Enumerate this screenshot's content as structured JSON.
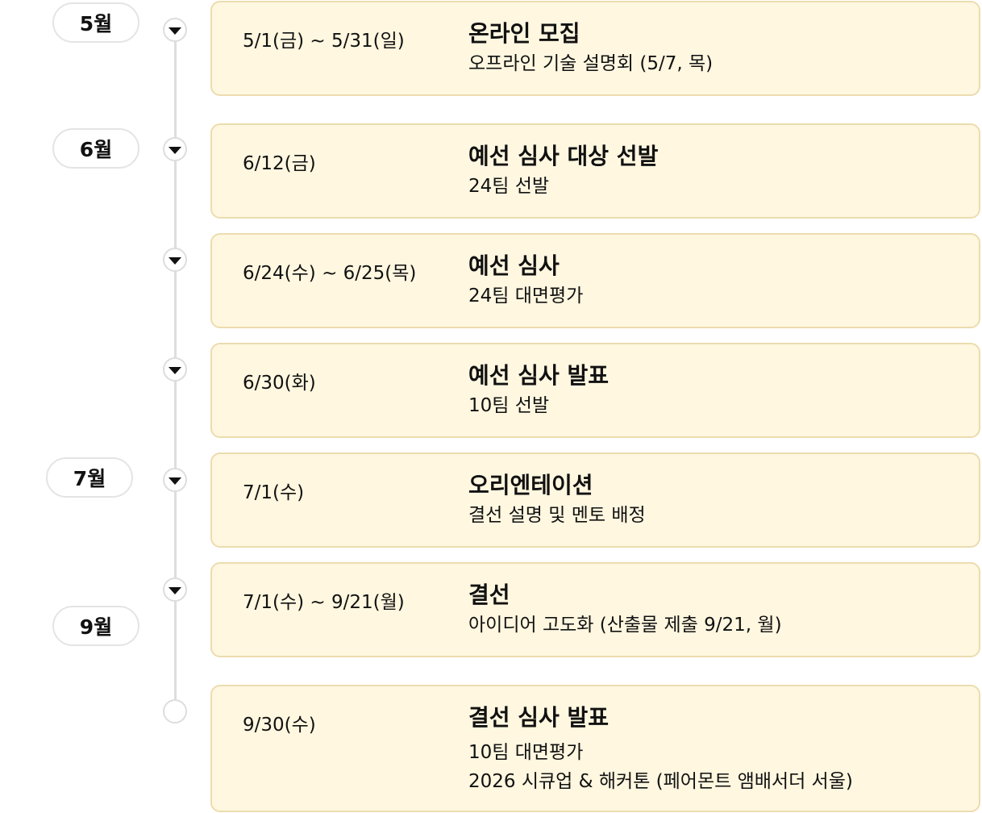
{
  "months": [
    "5월",
    "6월",
    "7월",
    "9월"
  ],
  "events": [
    {
      "date": "5/1(금) ~ 5/31(일)",
      "title": "온라인 모집",
      "desc": [
        "오프라인 기술 설명회 (5/7, 목)"
      ]
    },
    {
      "date": "6/12(금)",
      "title": "예선 심사 대상 선발",
      "desc": [
        "24팀 선발"
      ]
    },
    {
      "date": "6/24(수) ~ 6/25(목)",
      "title": "예선 심사",
      "desc": [
        "24팀 대면평가"
      ]
    },
    {
      "date": "6/30(화)",
      "title": "예선 심사 발표",
      "desc": [
        "10팀 선발"
      ]
    },
    {
      "date": "7/1(수)",
      "title": "오리엔테이션",
      "desc": [
        "결선 설명 및 멘토 배정"
      ]
    },
    {
      "date": "7/1(수) ~ 9/21(월)",
      "title": "결선",
      "desc": [
        "아이디어 고도화 (산출물 제출 9/21, 월)"
      ]
    },
    {
      "date": "9/30(수)",
      "title": "결선 심사 발표",
      "desc": [
        "10팀 대면평가",
        "2026 시큐업 & 해커톤 (페어몬트 앰배서더 서울)"
      ]
    }
  ]
}
